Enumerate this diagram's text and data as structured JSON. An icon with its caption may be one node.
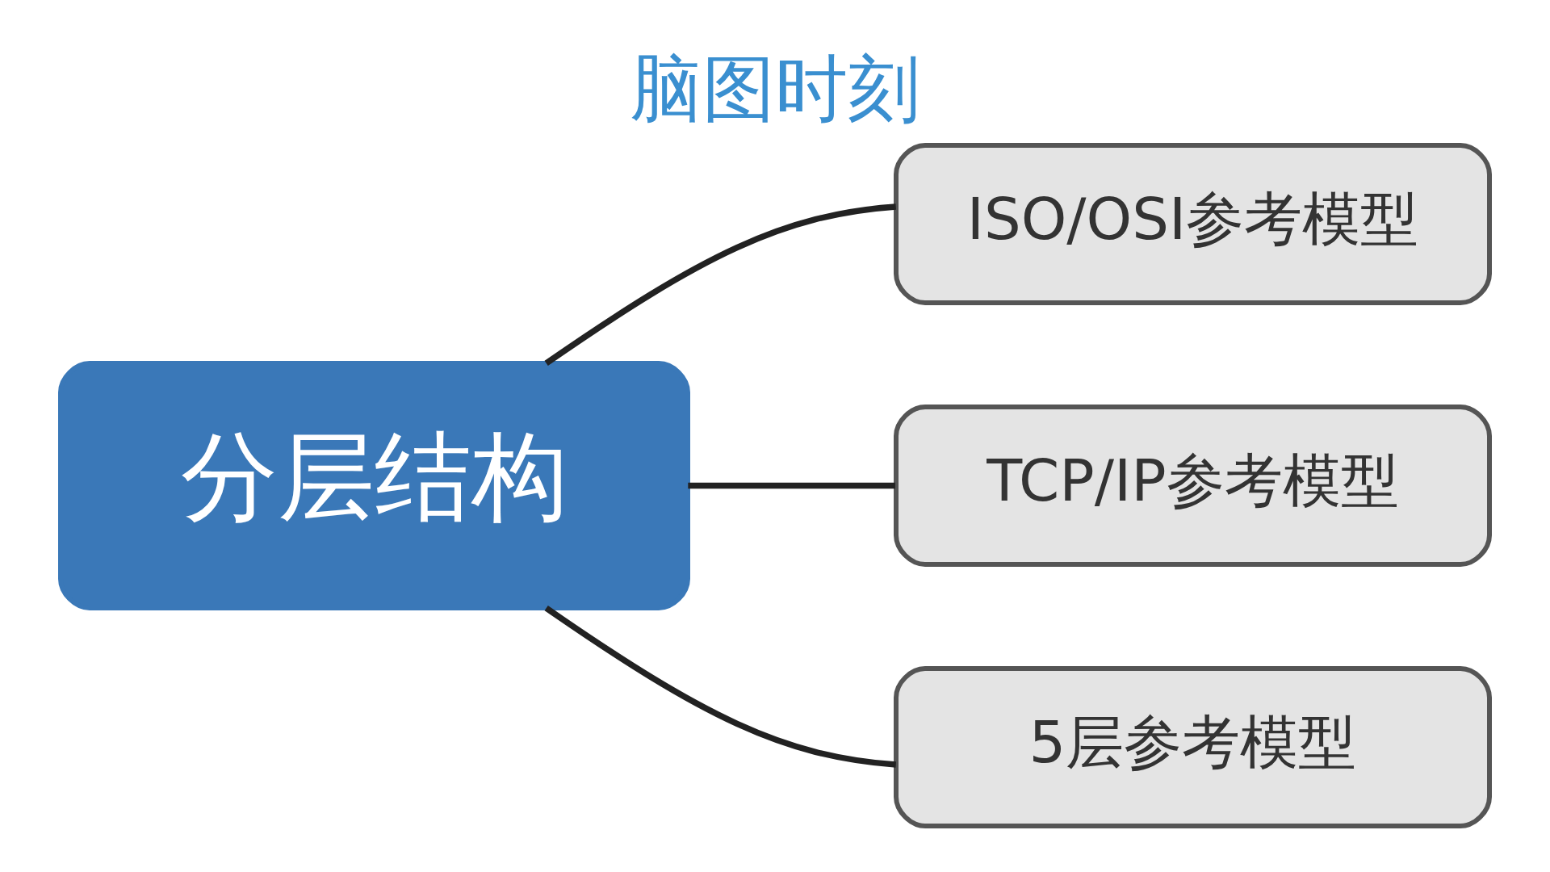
{
  "diagram": {
    "title": "脑图时刻",
    "nodes": [
      {
        "text": [
          "分层结构"
        ]
      },
      {
        "text": [
          "ISO/OSI参考模型"
        ]
      },
      {
        "text": [
          "TCP/IP参考模型"
        ]
      },
      {
        "text": [
          "5层参考模型"
        ]
      }
    ],
    "edges": [
      {
        "from": 0,
        "to": 1,
        "arrow": "none"
      },
      {
        "from": 0,
        "to": 2,
        "arrow": "none"
      },
      {
        "from": 0,
        "to": 3,
        "arrow": "none"
      }
    ]
  }
}
